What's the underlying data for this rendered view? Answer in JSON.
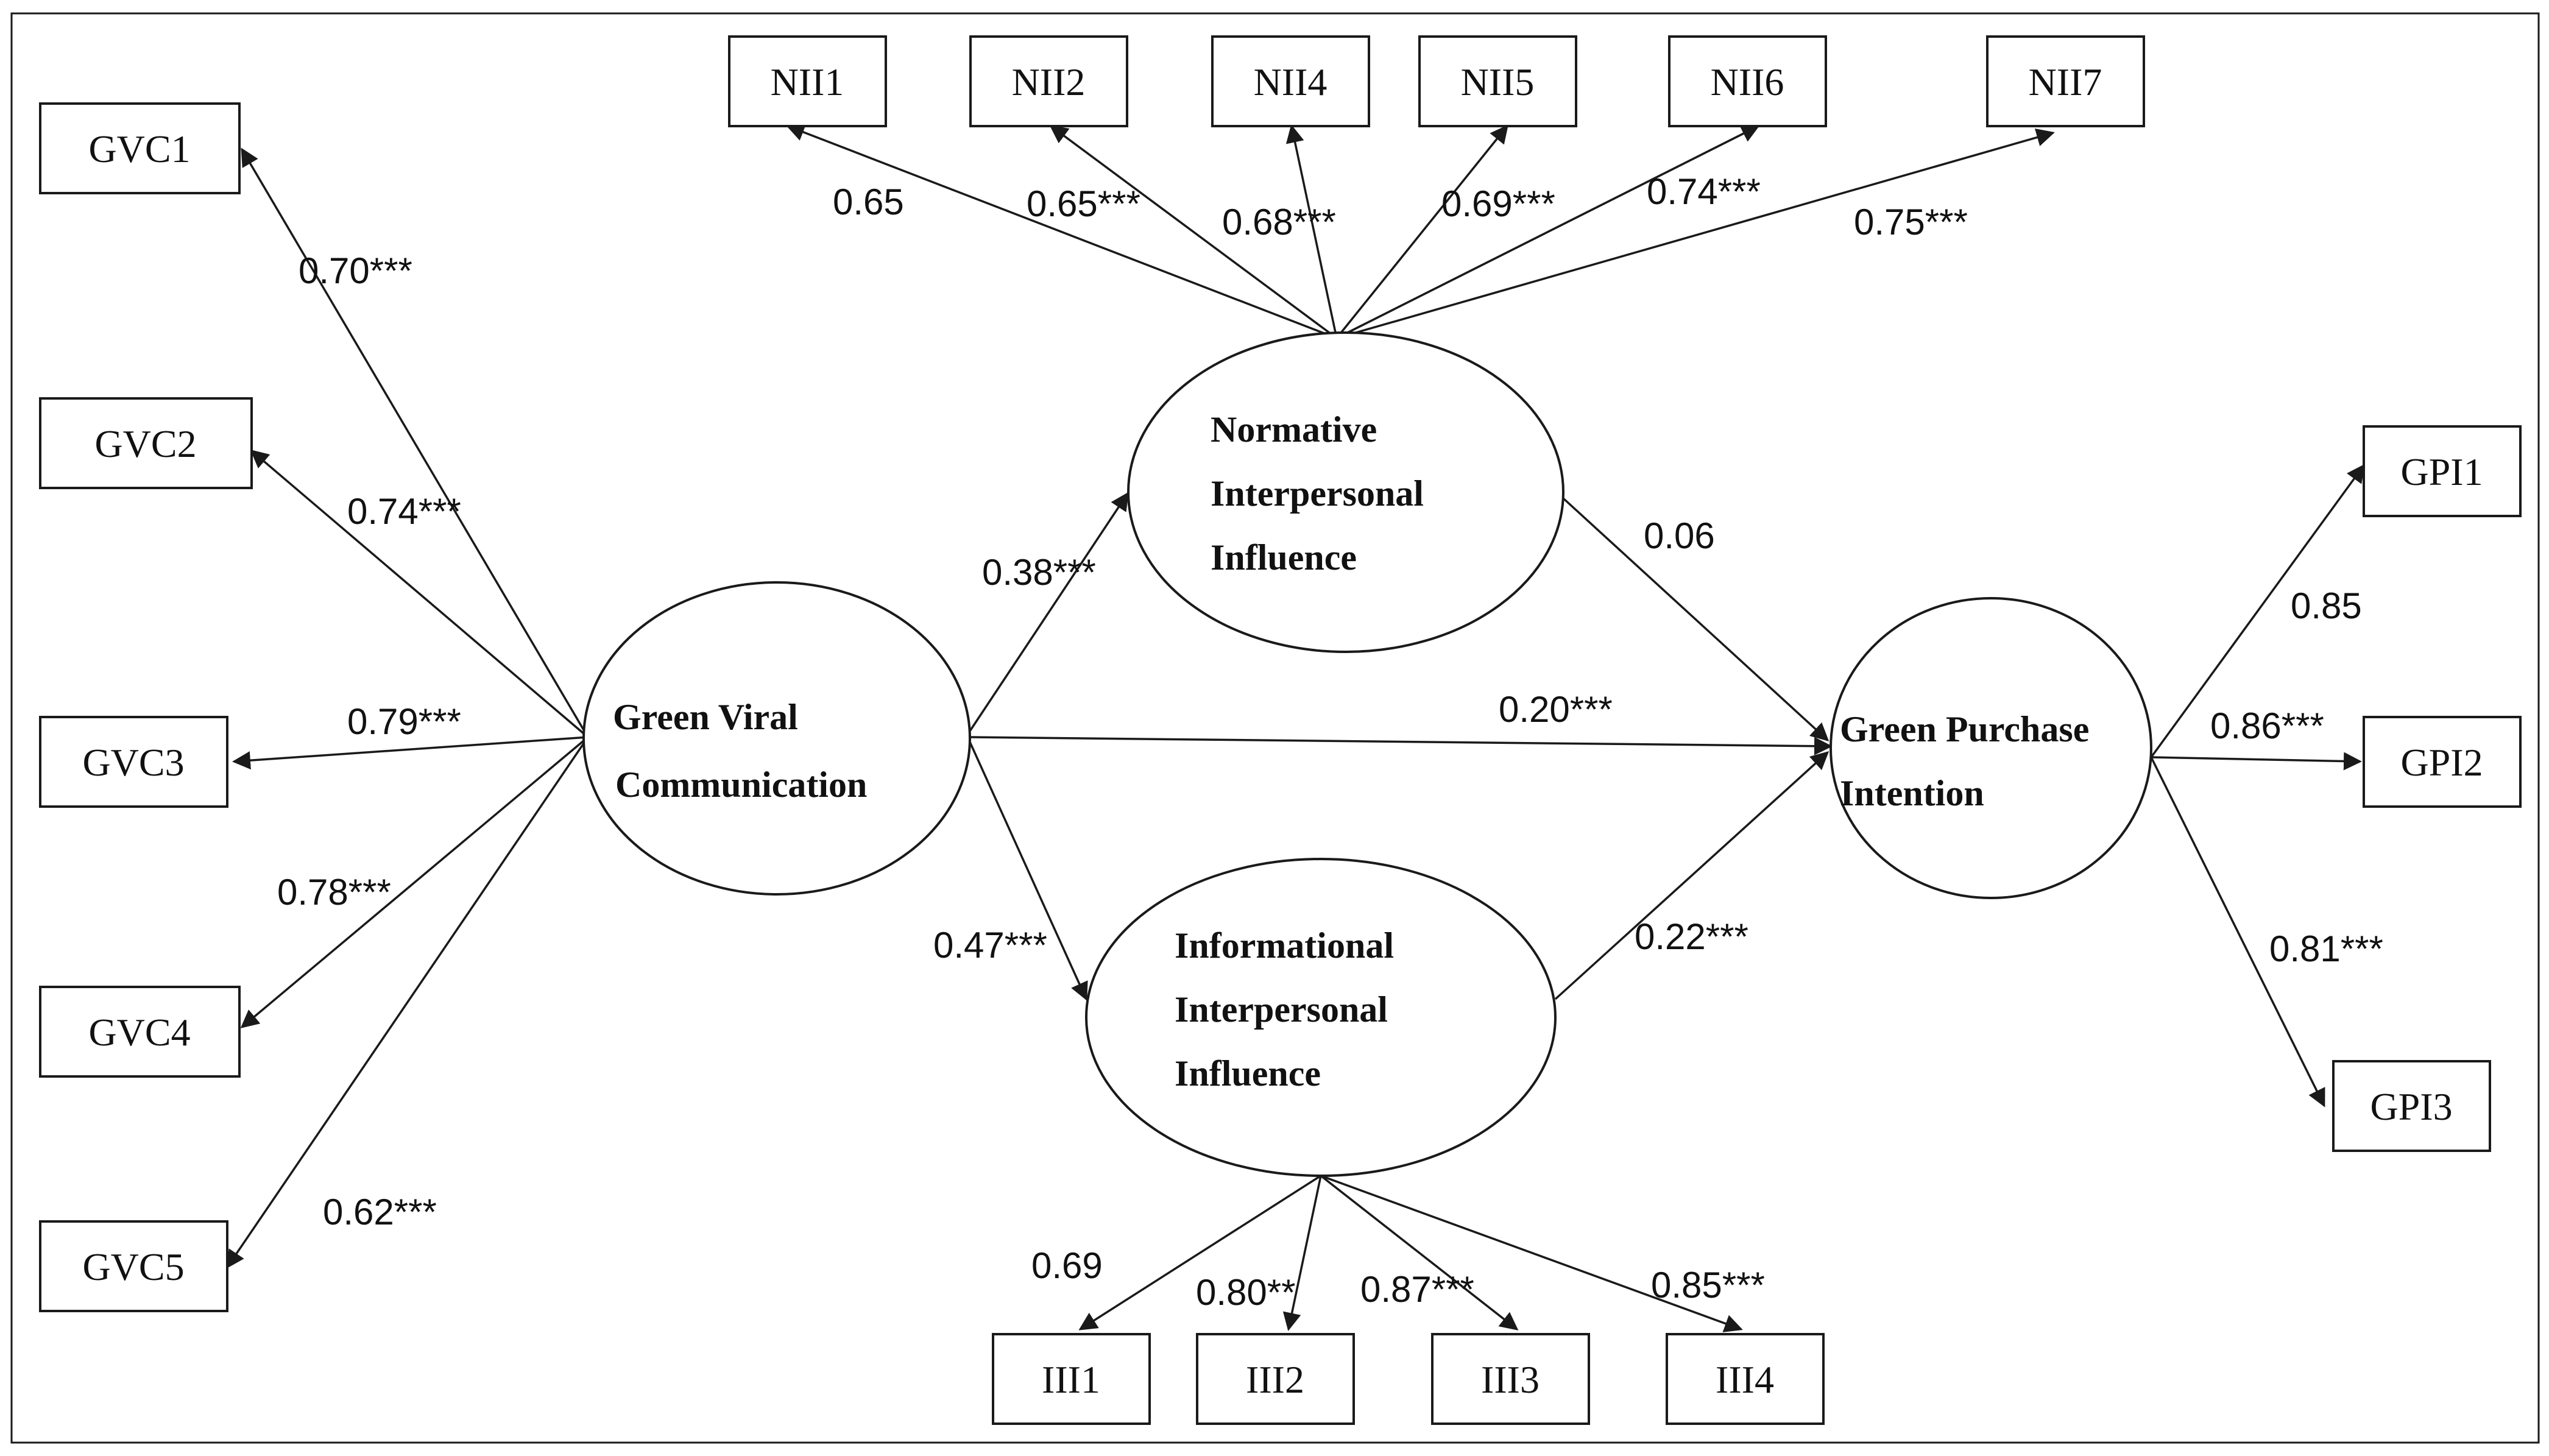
{
  "latents": {
    "gvc": [
      "Green Viral",
      "Communication"
    ],
    "nii": [
      "Normative",
      "Interpersonal",
      "Influence"
    ],
    "iii": [
      "Informational",
      "Interpersonal",
      "Influence"
    ],
    "gpi": [
      "Green Purchase",
      "Intention"
    ]
  },
  "indicators": {
    "gvc1": "GVC1",
    "gvc2": "GVC2",
    "gvc3": "GVC3",
    "gvc4": "GVC4",
    "gvc5": "GVC5",
    "nii1": "NII1",
    "nii2": "NII2",
    "nii4": "NII4",
    "nii5": "NII5",
    "nii6": "NII6",
    "nii7": "NII7",
    "iii1": "III1",
    "iii2": "III2",
    "iii3": "III3",
    "iii4": "III4",
    "gpi1": "GPI1",
    "gpi2": "GPI2",
    "gpi3": "GPI3"
  },
  "loadings": {
    "gvc1": "0.70***",
    "gvc2": "0.74***",
    "gvc3": "0.79***",
    "gvc4": "0.78***",
    "gvc5": "0.62***",
    "nii1": "0.65",
    "nii2": "0.65***",
    "nii4": "0.68***",
    "nii5": "0.69***",
    "nii6": "0.74***",
    "nii7": "0.75***",
    "iii1": "0.69",
    "iii2": "0.80**",
    "iii3": "0.87***",
    "iii4": "0.85***",
    "gpi1": "0.85",
    "gpi2": "0.86***",
    "gpi3": "0.81***"
  },
  "paths": {
    "gvc_nii": "0.38***",
    "gvc_iii": "0.47***",
    "gvc_gpi": "0.20***",
    "nii_gpi": "0.06",
    "iii_gpi": "0.22***"
  }
}
